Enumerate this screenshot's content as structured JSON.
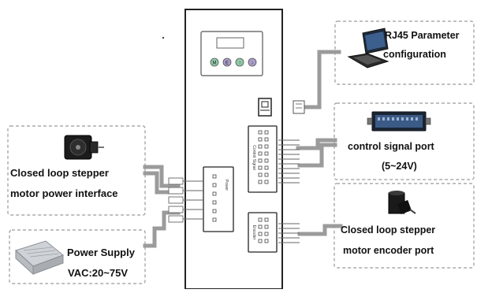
{
  "boxes": {
    "rj45": {
      "line1": "RJ45 Parameter",
      "line2": "configuration"
    },
    "control_signal": {
      "line1": "control signal port",
      "line2": "(5~24V)"
    },
    "encoder": {
      "line1": "Closed loop stepper",
      "line2": "motor encoder port"
    },
    "motor_power": {
      "line1": "Closed loop stepper",
      "line2": "motor power interface"
    },
    "power_supply": {
      "line1": "Power Supply",
      "line2": "VAC:20~75V"
    }
  },
  "driver": {
    "panel_buttons": [
      "M",
      "E",
      "↑",
      "↓"
    ],
    "connector_labels": {
      "control": "Control Signal",
      "encoder": "Encoder",
      "power": "Power"
    }
  },
  "colors": {
    "box_border": "#9a9a9a",
    "cable": "#9b9b9b",
    "panel_button_green": "#8fc9a8",
    "panel_button_purple": "#a99cc8",
    "lcd": "#3b5a86"
  }
}
